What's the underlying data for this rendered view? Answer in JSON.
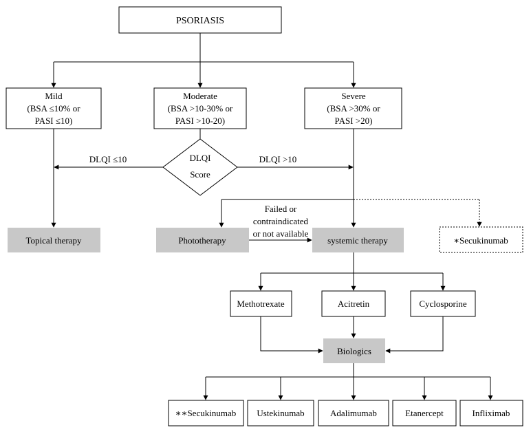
{
  "root": {
    "label": "PSORIASIS"
  },
  "severity": {
    "mild": {
      "line1": "Mild",
      "line2": "(BSA ≤10% or",
      "line3": "PASI ≤10)"
    },
    "moderate": {
      "line1": "Moderate",
      "line2": "(BSA >10-30% or",
      "line3": "PASI >10-20)"
    },
    "severe": {
      "line1": "Severe",
      "line2": "(BSA >30% or",
      "line3": "PASI >20)"
    }
  },
  "dlqi": {
    "line1": "DLQI",
    "line2": "Score",
    "low": "DLQI ≤10",
    "high": "DLQI >10"
  },
  "therapies": {
    "topical": "Topical therapy",
    "phototherapy": "Phototherapy",
    "systemic": "systemic therapy",
    "secukinumab_single": "∗Secukinumab"
  },
  "failed_note": {
    "line1": "Failed or",
    "line2": "contraindicated",
    "line3": "or not available"
  },
  "systemic_agents": {
    "methotrexate": "Methotrexate",
    "acitretin": "Acitretin",
    "cyclosporine": "Cyclosporine"
  },
  "biologics": {
    "label": "Biologics",
    "items": [
      "∗∗Secukinumab",
      "Ustekinumab",
      "Adalimumab",
      "Etanercept",
      "Infliximab"
    ]
  }
}
